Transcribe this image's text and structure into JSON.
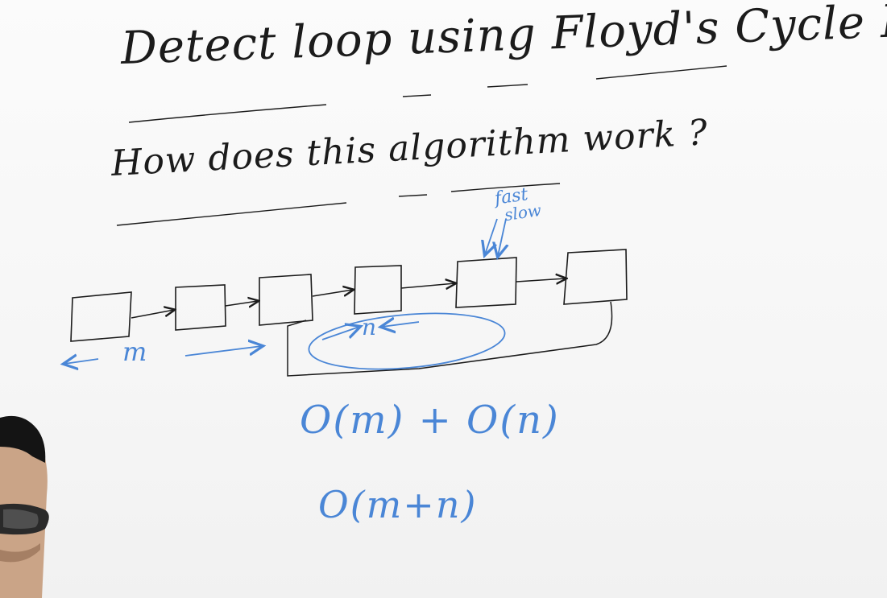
{
  "whiteboard": {
    "title": "Detect loop using Floyd's Cycle Detection",
    "question": "How does this algorithm work ?",
    "pointer_labels": {
      "fast": "fast",
      "slow": "slow"
    },
    "segment_labels": {
      "m": "m",
      "n": "n"
    },
    "complexity": {
      "line1": "O(m) + O(n)",
      "line2": "O(m+n)"
    }
  },
  "colors": {
    "board": "#f7f7f7",
    "ink_black": "#1b1b1b",
    "ink_blue": "#4a86d6"
  }
}
